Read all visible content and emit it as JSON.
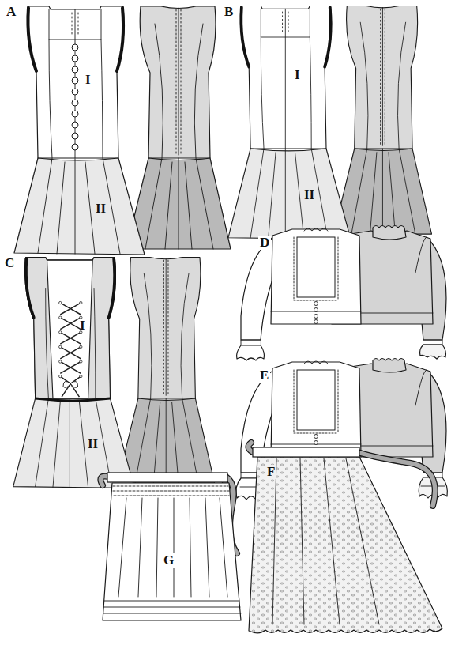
{
  "diagram": {
    "labels": [
      "A",
      "I",
      "II",
      "B",
      "I",
      "II",
      "C",
      "I",
      "II",
      "D",
      "E",
      "G",
      "F"
    ]
  }
}
